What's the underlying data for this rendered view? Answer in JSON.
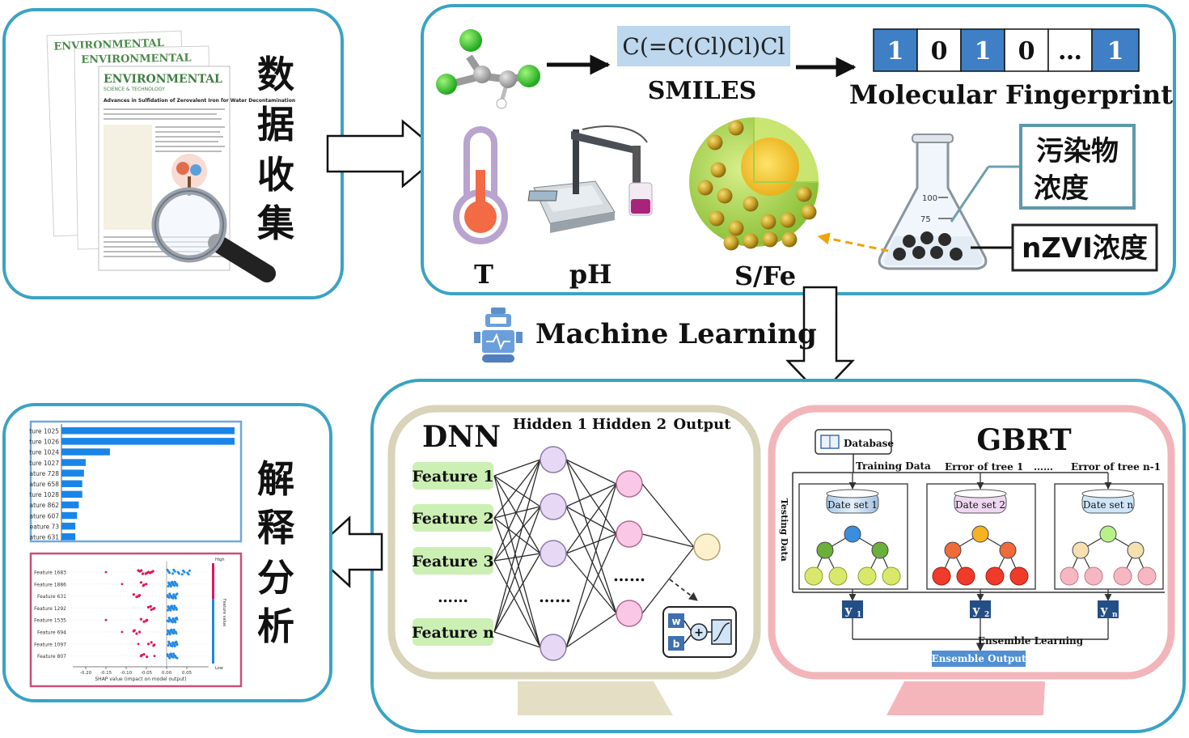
{
  "data_collection": {
    "label_chars": [
      "数",
      "据",
      "收",
      "集"
    ],
    "journal_name": "ENVIRONMENTAL",
    "journal_subname": "SCIENCE & TECHNOLOGY",
    "paper_title": "Advances in Sulfidation of Zerovalent Iron for Water Decontamination"
  },
  "features": {
    "smiles_text": "C(=C(Cl)Cl)Cl",
    "smiles_label": "SMILES",
    "fingerprint_bits": [
      "1",
      "0",
      "1",
      "0",
      "…",
      "1"
    ],
    "fingerprint_label": "Molecular Fingerprint",
    "flask_marks": [
      "100",
      "75"
    ],
    "temperature_label": "T",
    "ph_label": "pH",
    "sfe_label": "S/Fe",
    "pollutant_label_line1": "污染物",
    "pollutant_label_line2": "浓度",
    "nzvi_label": "nZVI浓度"
  },
  "ml_label": "Machine Learning",
  "dnn": {
    "title": "DNN",
    "layer_headers": [
      "Hidden 1",
      "Hidden 2",
      "Output"
    ],
    "features": [
      "Feature 1",
      "Feature 2",
      "Feature 3",
      "……",
      "Feature n"
    ],
    "hidden_ellipsis": "……",
    "hidden2_ellipsis": "……",
    "neuron_w": "w",
    "neuron_b": "b",
    "neuron_plus": "+"
  },
  "gbrt": {
    "title": "GBRT",
    "database_label": "Database",
    "training_label": "Training Data",
    "testing_label": "Testing Data",
    "error_labels": [
      "Error of tree 1",
      "……",
      "Error of tree n-1"
    ],
    "datasets": [
      "Date set 1",
      "Date set 2",
      "Date set n"
    ],
    "outputs": [
      "y",
      "y",
      "y"
    ],
    "output_subs": [
      "1",
      "2",
      "n"
    ],
    "ensemble_learning": "Ensemble Learning",
    "ensemble_output": "Ensemble Output"
  },
  "analysis": {
    "label_chars": [
      "解",
      "释",
      "分",
      "析"
    ],
    "bar_labels": [
      "ture 1025",
      "ture 1026",
      "ture 1024",
      "ture 1027",
      "ature 728",
      "ature 658",
      "ture 1028",
      "ature 862",
      "ature 607",
      "eature 73",
      "ature 631"
    ],
    "bar_values": [
      1.0,
      1.0,
      0.28,
      0.14,
      0.13,
      0.12,
      0.12,
      0.1,
      0.09,
      0.08,
      0.08
    ],
    "shap_features": [
      "Feature 1683",
      "Feature 1886",
      "Feature 631",
      "Feature 1292",
      "Feature 1535",
      "Feature 694",
      "Feature 1097",
      "Feature 807"
    ],
    "shap_ticks": [
      "-0.20",
      "-0.15",
      "-0.10",
      "-0.05",
      "0.00",
      "0.05"
    ],
    "shap_xlabel": "SHAP value (impact on model output)",
    "shap_high": "High",
    "shap_low": "Low",
    "shap_feature_value": "Feature value"
  },
  "colors": {
    "panel_border": "#3aa3c4",
    "dnn_border": "#d8d3b9",
    "gbrt_border": "#f2b5ba",
    "fingerprint_blue": "#3e7fc6",
    "smiles_bg": "#bcd7ee",
    "bar_blue": "#1a85e8",
    "shap_pink": "#e0155f",
    "shap_blue": "#1e88e5"
  }
}
